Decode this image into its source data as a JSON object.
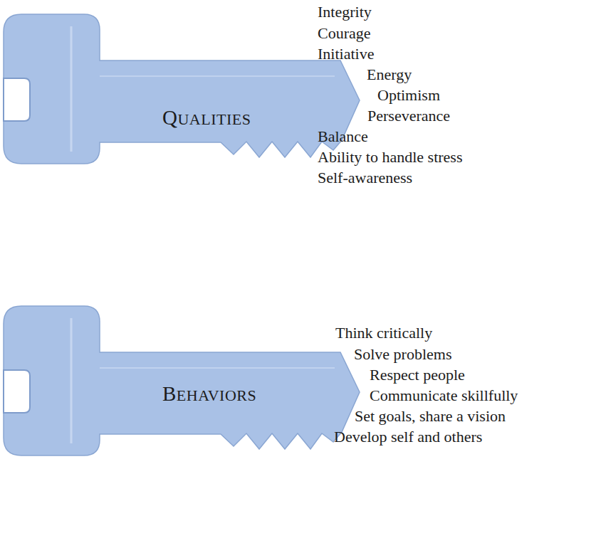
{
  "diagram": {
    "nodes": [
      {
        "text": [
          "QUALITIES"
        ]
      },
      {
        "text": [
          "BEHAVIORS"
        ]
      }
    ],
    "labels": [
      "Integrity",
      "Courage",
      "Initiative",
      "Energy",
      "Optimism",
      "Perseverance",
      "Balance",
      "Ability to handle stress",
      "Self-awareness",
      "Think critically",
      "Solve problems",
      "Respect people",
      "Communicate skillfully",
      "Set goals, share a vision",
      "Develop self and others"
    ]
  }
}
